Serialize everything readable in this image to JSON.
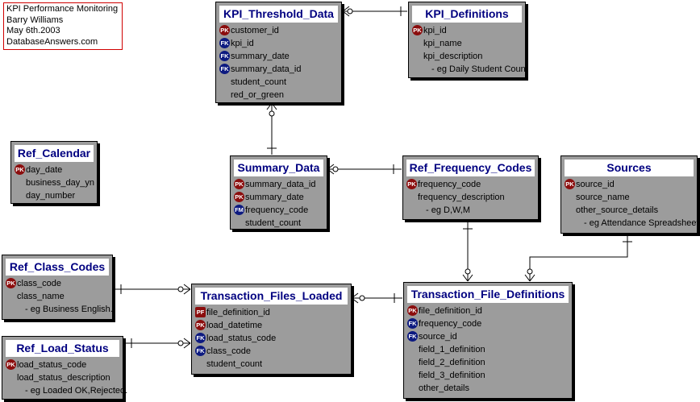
{
  "note": {
    "lines": [
      "KPI Performance Monitoring",
      "Barry Williams",
      "May 6th.2003",
      "DatabaseAnswers.com"
    ]
  },
  "badge_labels": {
    "pk": "PK",
    "fk": "FK",
    "pf": "PF",
    "fm": "FM"
  },
  "colors": {
    "entity_bg": "#9c9c9c",
    "header_text": "#000080",
    "pk_badge": "#8b0d0d",
    "fk_badge": "#0d1a80",
    "note_border": "#d00000"
  },
  "entities": {
    "kpi_threshold_data": {
      "title": "KPI_Threshold_Data",
      "attributes": [
        {
          "key": "pk",
          "name": "customer_id"
        },
        {
          "key": "fk",
          "name": "kpi_id"
        },
        {
          "key": "fk",
          "name": "summary_date"
        },
        {
          "key": "fk",
          "name": "summary_data_id"
        },
        {
          "key": "",
          "name": "student_count"
        },
        {
          "key": "",
          "name": "red_or_green"
        }
      ]
    },
    "kpi_definitions": {
      "title": "KPI_Definitions",
      "attributes": [
        {
          "key": "pk",
          "name": "kpi_id"
        },
        {
          "key": "",
          "name": "kpi_name"
        },
        {
          "key": "",
          "name": "kpi_description"
        },
        {
          "key": "",
          "name": "- eg Daily Student Count"
        }
      ]
    },
    "ref_calendar": {
      "title": "Ref_Calendar",
      "attributes": [
        {
          "key": "pk",
          "name": "day_date"
        },
        {
          "key": "",
          "name": "business_day_yn"
        },
        {
          "key": "",
          "name": "day_number"
        }
      ]
    },
    "summary_data": {
      "title": "Summary_Data",
      "attributes": [
        {
          "key": "pk",
          "name": "summary_data_id"
        },
        {
          "key": "pk",
          "name": "summary_date"
        },
        {
          "key": "fm",
          "name": "frequency_code"
        },
        {
          "key": "",
          "name": "student_count"
        }
      ]
    },
    "ref_frequency_codes": {
      "title": "Ref_Frequency_Codes",
      "attributes": [
        {
          "key": "pk",
          "name": "frequency_code"
        },
        {
          "key": "",
          "name": "frequency_description"
        },
        {
          "key": "",
          "name": "- eg D,W,M"
        }
      ]
    },
    "sources": {
      "title": "Sources",
      "attributes": [
        {
          "key": "pk",
          "name": "source_id"
        },
        {
          "key": "",
          "name": "source_name"
        },
        {
          "key": "",
          "name": "other_source_details"
        },
        {
          "key": "",
          "name": "- eg Attendance Spreadsheet."
        }
      ]
    },
    "ref_class_codes": {
      "title": "Ref_Class_Codes",
      "attributes": [
        {
          "key": "pk",
          "name": "class_code"
        },
        {
          "key": "",
          "name": "class_name"
        },
        {
          "key": "",
          "name": "- eg Business English."
        }
      ]
    },
    "transaction_files_loaded": {
      "title": "Transaction_Files_Loaded",
      "attributes": [
        {
          "key": "pf",
          "name": "file_definition_id"
        },
        {
          "key": "pk",
          "name": "load_datetime"
        },
        {
          "key": "fk",
          "name": "load_status_code"
        },
        {
          "key": "fk",
          "name": "class_code"
        },
        {
          "key": "",
          "name": "student_count"
        }
      ]
    },
    "transaction_file_definitions": {
      "title": "Transaction_File_Definitions",
      "attributes": [
        {
          "key": "pk",
          "name": "file_definition_id"
        },
        {
          "key": "fk",
          "name": "frequency_code"
        },
        {
          "key": "fk",
          "name": "source_id"
        },
        {
          "key": "",
          "name": "field_1_definition"
        },
        {
          "key": "",
          "name": "field_2_definition"
        },
        {
          "key": "",
          "name": "field_3_definition"
        },
        {
          "key": "",
          "name": "other_details"
        }
      ]
    },
    "ref_load_status": {
      "title": "Ref_Load_Status",
      "attributes": [
        {
          "key": "pk",
          "name": "load_status_code"
        },
        {
          "key": "",
          "name": "load_status_description"
        },
        {
          "key": "",
          "name": "- eg Loaded OK,Rejected."
        }
      ]
    }
  }
}
